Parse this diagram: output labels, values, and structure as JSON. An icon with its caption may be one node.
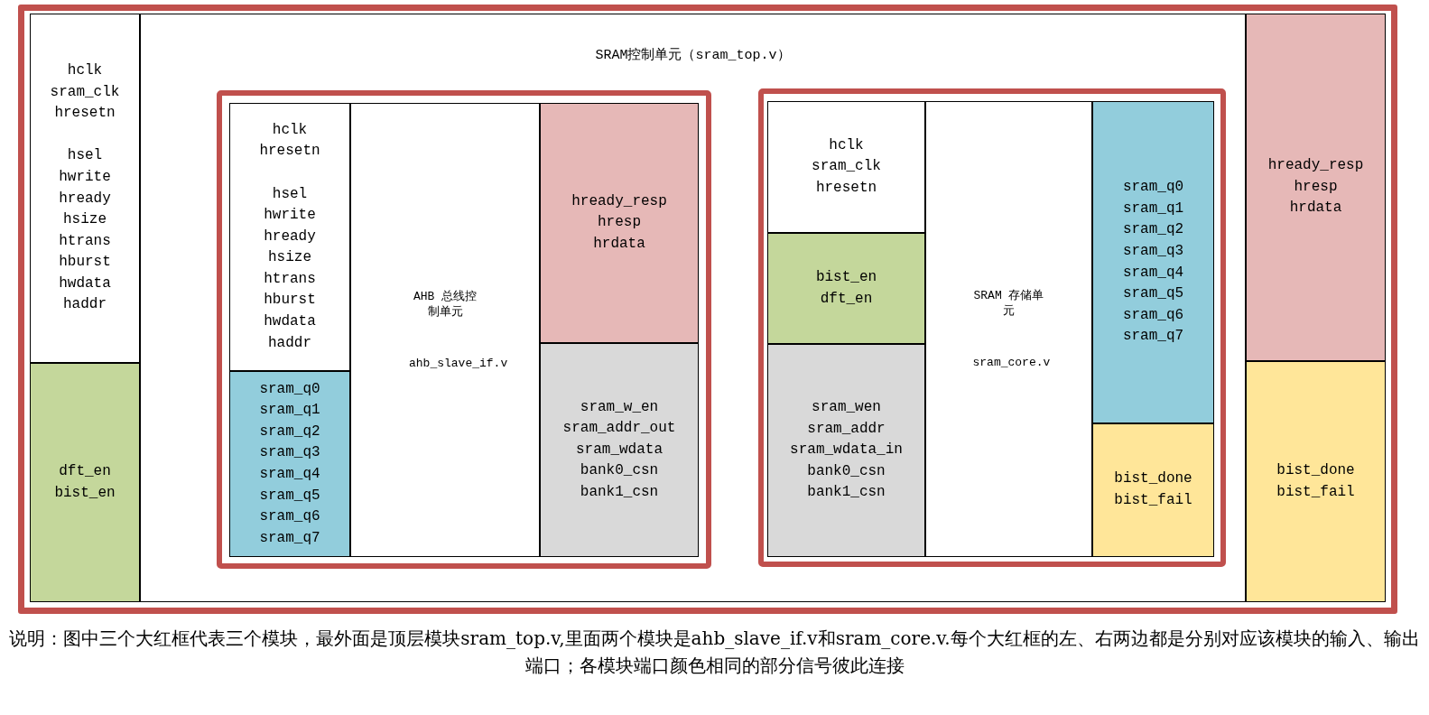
{
  "diagram": {
    "caption": "说明：图中三个大红框代表三个模块，最外面是顶层模块sram_top.v,里面两个模块是ahb_slave_if.v和sram_core.v.每个大红框的左、右两边都是分别对应该模块的输入、输出端口；各模块端口颜色相同的部分信号彼此连接",
    "nodes": [
      {
        "text": [],
        "shape": "box"
      },
      {
        "text": [
          "hclk sram_clk hresetn",
          "hsel hwrite hready hsize htrans hburst hwdata haddr"
        ],
        "in": 0
      },
      {
        "text": [
          "dft_en bist_en"
        ],
        "in": 0
      },
      {
        "text": [
          "SRAM控制单元（sram_top.v）"
        ],
        "in": 0
      },
      {
        "text": [],
        "shape": "box",
        "in": 3
      },
      {
        "text": [
          "hclk hresetn",
          "hsel hwrite hready hsize htrans hburst hwdata haddr"
        ],
        "in": 4
      },
      {
        "text": [
          "sram_q0 sram_q1 sram_q2 sram_q3 sram_q4 sram_q5 sram_q6 sram_q7"
        ],
        "in": 4
      },
      {
        "text": [
          "AHB 总线控制单元",
          "ahb_slave_if.v"
        ],
        "in": 4
      },
      {
        "text": [
          "hready_resp hresp hrdata"
        ],
        "in": 4
      },
      {
        "text": [
          "sram_w_en sram_addr_out sram_wdata bank0_csn bank1_csn"
        ],
        "in": 4
      },
      {
        "text": [],
        "shape": "box",
        "in": 3
      },
      {
        "text": [
          "hclk sram_clk hresetn"
        ],
        "in": 10
      },
      {
        "text": [
          "bist_en dft_en"
        ],
        "in": 10
      },
      {
        "text": [
          "sram_wen sram_addr sram_wdata_in bank0_csn bank1_csn"
        ],
        "in": 10
      },
      {
        "text": [
          "SRAM 存储单元",
          "sram_core.v"
        ],
        "in": 10
      },
      {
        "text": [
          "sram_q0 sram_q1 sram_q2 sram_q3 sram_q4 sram_q5 sram_q6 sram_q7"
        ],
        "in": 10
      },
      {
        "text": [
          "bist_done bist_fail"
        ],
        "in": 10
      },
      {
        "text": [
          "hready_resp hresp hrdata"
        ],
        "in": 0
      },
      {
        "text": [
          "bist_done bist_fail"
        ],
        "in": 0
      }
    ]
  }
}
